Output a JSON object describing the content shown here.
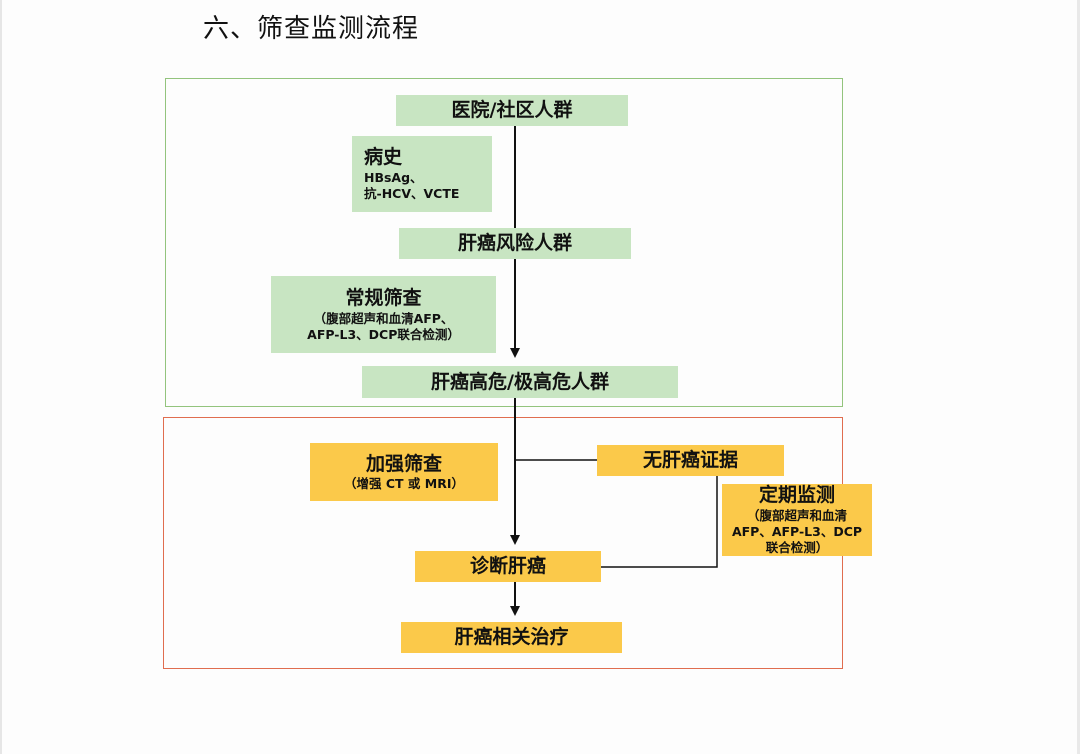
{
  "title": "六、筛查监测流程",
  "nodes": {
    "population": "医院/社区人群",
    "history": {
      "title": "病史",
      "lines": [
        "HBsAg、",
        "抗-HCV、VCTE"
      ]
    },
    "risk_group": "肝癌风险人群",
    "routine": {
      "title": "常规筛查",
      "lines": [
        "（腹部超声和血清AFP、",
        "AFP-L3、DCP联合检测）"
      ]
    },
    "high_risk": "肝癌高危/极高危人群",
    "enhanced": {
      "title": "加强筛查",
      "lines": [
        "（增强 CT 或 MRI）"
      ]
    },
    "no_evidence": "无肝癌证据",
    "periodic": {
      "title": "定期监测",
      "lines": [
        "（腹部超声和血清",
        "AFP、AFP-L3、DCP",
        "联合检测）"
      ]
    },
    "diagnosis": "诊断肝癌",
    "treatment": "肝癌相关治疗"
  },
  "colors": {
    "green_fill": "#c8e5c2",
    "yellow_fill": "#fbc94a",
    "green_border": "#93c47d",
    "red_border": "#e06d4f"
  }
}
